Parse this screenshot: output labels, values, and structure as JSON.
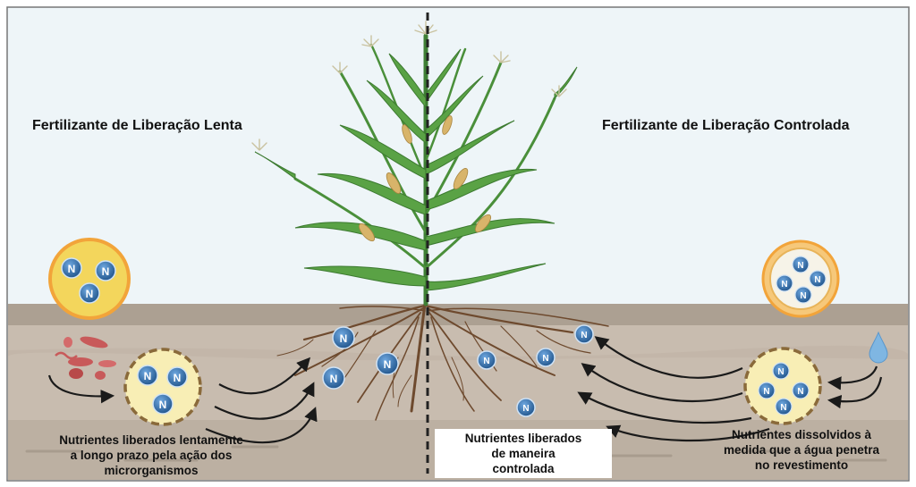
{
  "left_title": "Fertilizante de Liberação Lenta",
  "right_title": "Fertilizante de Liberação Controlada",
  "left_caption": [
    "Nutrientes liberados lentamente",
    "a longo prazo pela ação dos",
    "microrganismos"
  ],
  "center_caption": [
    "Nutrientes liberados",
    "de maneira",
    "controlada"
  ],
  "right_caption": [
    "Nutrientes dissolvidos à",
    "medida que a água penetra",
    "no revestimento"
  ],
  "nutrient_symbol": "N",
  "colors": {
    "sky": "#eef5f8",
    "soil_top": "#aca092",
    "soil": "#c8bcaf",
    "soil_deep": "#b9ad9f",
    "granule_yellow": "#f3d65c",
    "granule_ring": "#f2a43a",
    "nutrient_blue": "#2f6fb3",
    "root": "#6e4a2e",
    "plant_green": "#4a8f3a"
  }
}
